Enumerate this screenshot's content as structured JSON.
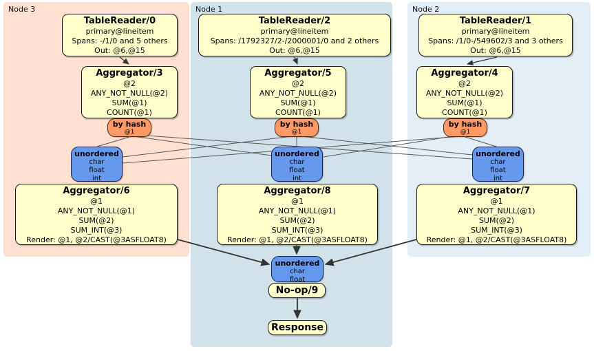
{
  "colors": {
    "node3_bg": "#ffe0d1",
    "node1_bg": "#d2e2eb",
    "node2_bg": "#e4eef6",
    "processor_fill": "#ffffcc",
    "router_fill": "#ff9966",
    "sync_fill": "#6699ee",
    "edge_thin": "#555555",
    "edge_thick": "#333333"
  },
  "regions": [
    {
      "label": "Node 3"
    },
    {
      "label": "Node 1"
    },
    {
      "label": "Node 2"
    }
  ],
  "processors": {
    "tablereader0": {
      "title": "TableReader/0",
      "lines": [
        "primary@lineitem",
        "Spans: -/1/0 and 5 others",
        "Out: @6,@15"
      ]
    },
    "tablereader2": {
      "title": "TableReader/2",
      "lines": [
        "primary@lineitem",
        "Spans: /1792327/2-/2000001/0 and 2 others",
        "Out: @6,@15"
      ]
    },
    "tablereader1": {
      "title": "TableReader/1",
      "lines": [
        "primary@lineitem",
        "Spans: /1/0-/549602/3 and 3 others",
        "Out: @6,@15"
      ]
    },
    "aggregator3": {
      "title": "Aggregator/3",
      "lines": [
        "@2",
        "ANY_NOT_NULL(@2)",
        "SUM(@1)",
        "COUNT(@1)"
      ]
    },
    "aggregator5": {
      "title": "Aggregator/5",
      "lines": [
        "@2",
        "ANY_NOT_NULL(@2)",
        "SUM(@1)",
        "COUNT(@1)"
      ]
    },
    "aggregator4": {
      "title": "Aggregator/4",
      "lines": [
        "@2",
        "ANY_NOT_NULL(@2)",
        "SUM(@1)",
        "COUNT(@1)"
      ]
    },
    "aggregator6": {
      "title": "Aggregator/6",
      "lines": [
        "@1",
        "ANY_NOT_NULL(@1)",
        "SUM(@2)",
        "SUM_INT(@3)",
        "Render: @1, @2/CAST(@3ASFLOAT8)"
      ]
    },
    "aggregator8": {
      "title": "Aggregator/8",
      "lines": [
        "@1",
        "ANY_NOT_NULL(@1)",
        "SUM(@2)",
        "SUM_INT(@3)",
        "Render: @1, @2/CAST(@3ASFLOAT8)"
      ]
    },
    "aggregator7": {
      "title": "Aggregator/7",
      "lines": [
        "@1",
        "ANY_NOT_NULL(@1)",
        "SUM(@2)",
        "SUM_INT(@3)",
        "Render: @1, @2/CAST(@3ASFLOAT8)"
      ]
    },
    "noop9": {
      "title": "No-op/9"
    },
    "response": {
      "title": "Response"
    }
  },
  "routers": {
    "byhash_node3": {
      "title": "by hash",
      "sub": "@1"
    },
    "byhash_node1": {
      "title": "by hash",
      "sub": "@1"
    },
    "byhash_node2": {
      "title": "by hash",
      "sub": "@1"
    }
  },
  "syncs": {
    "unordered_node3": {
      "title": "unordered",
      "lines": [
        "char",
        "float",
        "int"
      ]
    },
    "unordered_node1": {
      "title": "unordered",
      "lines": [
        "char",
        "float",
        "int"
      ]
    },
    "unordered_node2": {
      "title": "unordered",
      "lines": [
        "char",
        "float",
        "int"
      ]
    },
    "unordered_final": {
      "title": "unordered",
      "lines": [
        "char",
        "float"
      ]
    }
  }
}
